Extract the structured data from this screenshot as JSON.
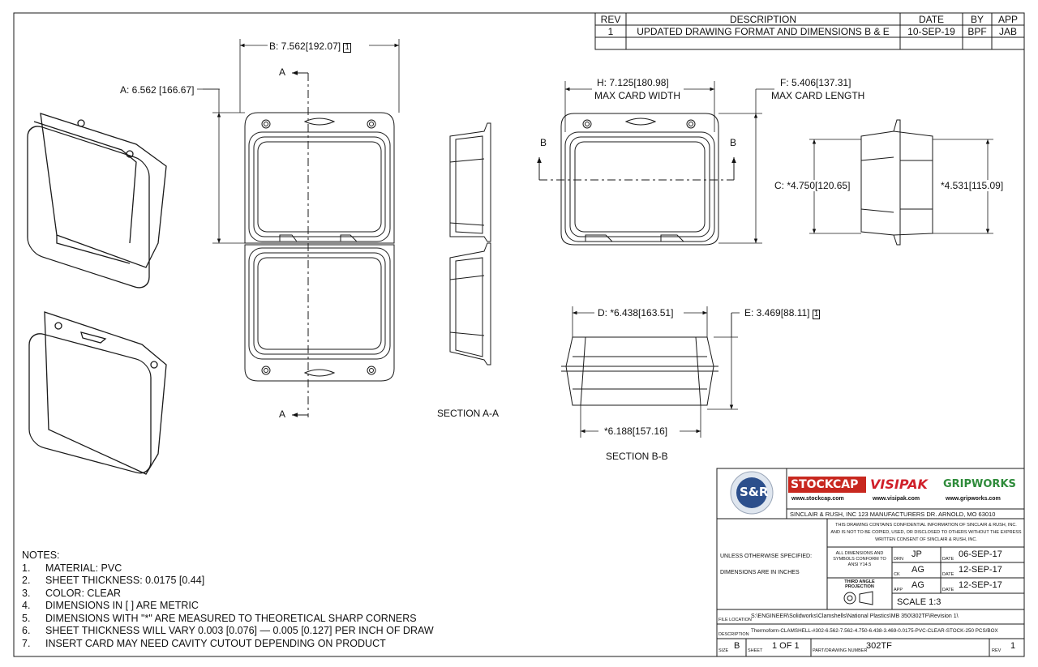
{
  "revision_table": {
    "headers": [
      "REV",
      "DESCRIPTION",
      "DATE",
      "BY",
      "APP"
    ],
    "rows": [
      [
        "1",
        "UPDATED DRAWING FORMAT AND DIMENSIONS B & E",
        "10-SEP-19",
        "BPF",
        "JAB"
      ]
    ]
  },
  "dimensions": {
    "a": "A: 6.562",
    "a_metric": "[166.67]",
    "b": "B: 7.562",
    "b_metric": "[192.07]",
    "b_flag": "1",
    "h": "H: 7.125",
    "h_metric": "[180.98]",
    "h_sub": "MAX CARD WIDTH",
    "f": "F: 5.406",
    "f_metric": "[137.31]",
    "f_sub": "MAX CARD LENGTH",
    "c": "C: *4.750",
    "c_metric": "[120.65]",
    "c2": "*4.531",
    "c2_metric": "[115.09]",
    "d": "D: *6.438",
    "d_metric": "[163.51]",
    "e": "E: 3.469",
    "e_metric": "[88.11]",
    "e_flag": "1",
    "g": "*6.188",
    "g_metric": "[157.16]"
  },
  "labels": {
    "section_a_top": "A",
    "section_a_bottom": "A",
    "section_b_left": "B",
    "section_b_right": "B",
    "section_aa": "SECTION A-A",
    "section_bb": "SECTION B-B"
  },
  "notes": {
    "title": "NOTES:",
    "items": [
      "MATERIAL: PVC",
      "SHEET THICKNESS: 0.0175 [0.44]",
      "COLOR: CLEAR",
      "DIMENSIONS IN [ ] ARE METRIC",
      "DIMENSIONS WITH \"*\" ARE MEASURED TO THEORETICAL SHARP CORNERS",
      "SHEET THICKNESS WILL VARY 0.003 [0.076] — 0.005 [0.127] PER INCH OF DRAW",
      "INSERT CARD MAY NEED CAVITY CUTOUT DEPENDING ON PRODUCT"
    ]
  },
  "title_block": {
    "logo": "S&R",
    "brand1": "STOCKCAP",
    "brand1_url": "www.stockcap.com",
    "brand2": "VISIPAK",
    "brand2_url": "www.visipak.com",
    "brand3": "GRIPWORKS",
    "brand3_url": "www.gripworks.com",
    "company": "SINCLAIR & RUSH, INC 123 MANUFACTURERS DR. ARNOLD, MO 63010",
    "confidential": "THIS DRAWING CONTAINS CONFIDENTIAL INFORMATION OF SINCLAIR & RUSH, INC. AND IS NOT TO BE COPIED, USED, OR DISCLOSED TO OTHERS WITHOUT THE EXPRESS WRITTEN CONSENT OF SINCLAIR & RUSH, INC.",
    "unless": "UNLESS OTHERWISE SPECIFIED:",
    "dims_in": "DIMENSIONS ARE IN INCHES",
    "ansi": "ALL DIMENSIONS AND SYMBOLS CONFORM TO ANSI Y14.5",
    "third_angle": "THIRD ANGLE PROJECTION",
    "drn_label": "DRN",
    "drn": "JP",
    "drn_date": "06-SEP-17",
    "chk_label": "CK",
    "chk": "AG",
    "chk_date": "12-SEP-17",
    "app_label": "APP",
    "app": "AG",
    "app_date": "12-SEP-17",
    "date_label": "DATE",
    "scale": "SCALE 1:3",
    "file_label": "FILE LOCATION",
    "file": "S:\\ENGINEER\\Solidworks\\Clamshells\\National Plastics\\MB 350\\302TF\\Revision 1\\",
    "desc_label": "DESCRIPTION",
    "desc": "Thermoform-CLAMSHELL-#302-6.562-7.562-4.750-6.438-3.469-0.0175-PVC-CLEAR-STOCK-250 PCS/BOX",
    "size_label": "SIZE",
    "size": "B",
    "sheet_label": "SHEET",
    "sheet": "1 OF 1",
    "part_label": "PART/DRAWING NUMBER",
    "part": "302TF",
    "rev_label": "REV",
    "rev": "1"
  },
  "colors": {
    "line": "#1a1a1a",
    "stockcap_red": "#c8281f",
    "visipak_red": "#d0202a",
    "gripworks_green": "#2e8b3a",
    "logo_blue": "#2c4f8c"
  }
}
